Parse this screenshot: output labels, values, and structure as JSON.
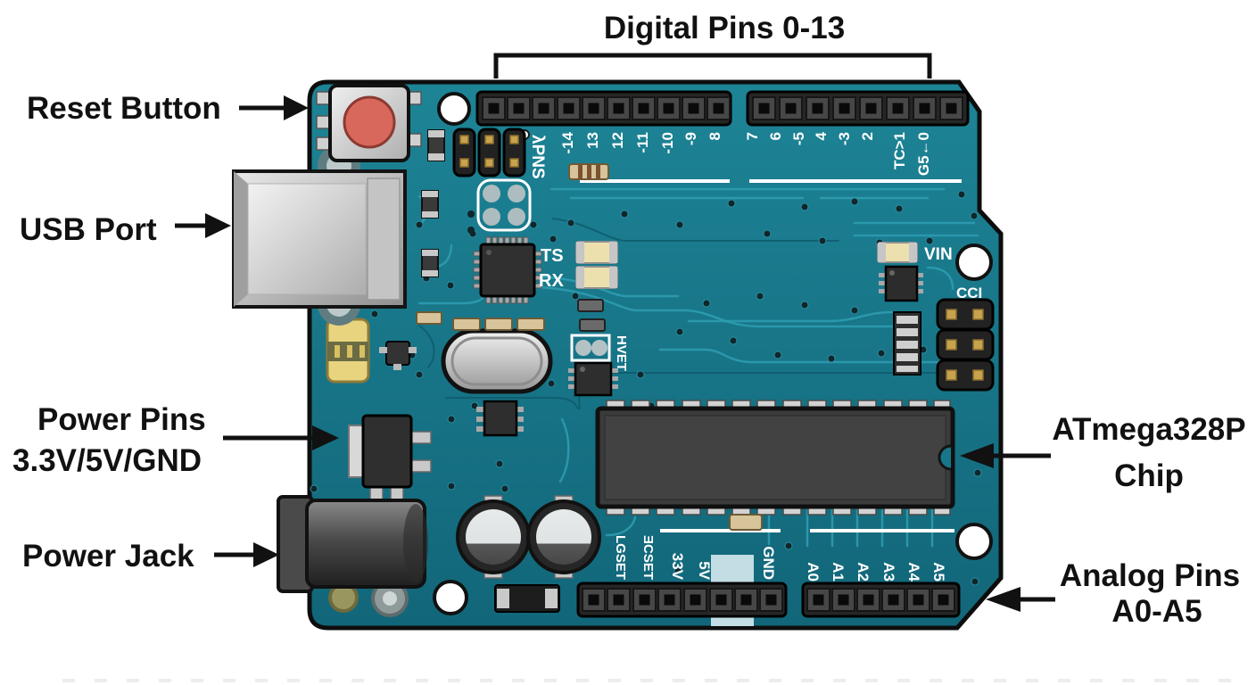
{
  "callouts": {
    "digital_pins": "Digital Pins 0-13",
    "reset_button": "Reset Button",
    "usb_port": "USB Port",
    "power_pins_line1": "Power Pins",
    "power_pins_line2": "3.3V/5V/GND",
    "power_jack": "Power Jack",
    "chip_line1": "ATmega328P",
    "chip_line2": "Chip",
    "analog_line1": "Analog Pins",
    "analog_line2": "A0-A5"
  },
  "silkscreen": {
    "digital_header_label": "λPNS",
    "digital_pin_labels": [
      "-14",
      "13",
      "12",
      "-11",
      "-10",
      "-9",
      "8",
      "7",
      "6",
      "-5",
      "4",
      "-3",
      "2",
      "TC>1",
      "G5←0"
    ],
    "led_label_top": "TS",
    "led_label_bottom": "RX",
    "vin_label": "VIN",
    "icsp_label": "CCI",
    "aref_label": "HVET",
    "power_pin_labels": [
      "LGSET",
      "ƎCSET",
      "33V",
      "5V",
      "GND"
    ],
    "analog_pin_labels": [
      "A0",
      "A1",
      "A2",
      "A3",
      "A4",
      "A5"
    ]
  },
  "colors": {
    "board_teal": "#17768a",
    "trace_teal": "#2f9db2",
    "silkscreen_white": "#ffffff",
    "callout_text": "#111111",
    "reset_cap_red": "#d8685c",
    "header_black": "#222222",
    "chip_gray": "#3b3b3b"
  }
}
